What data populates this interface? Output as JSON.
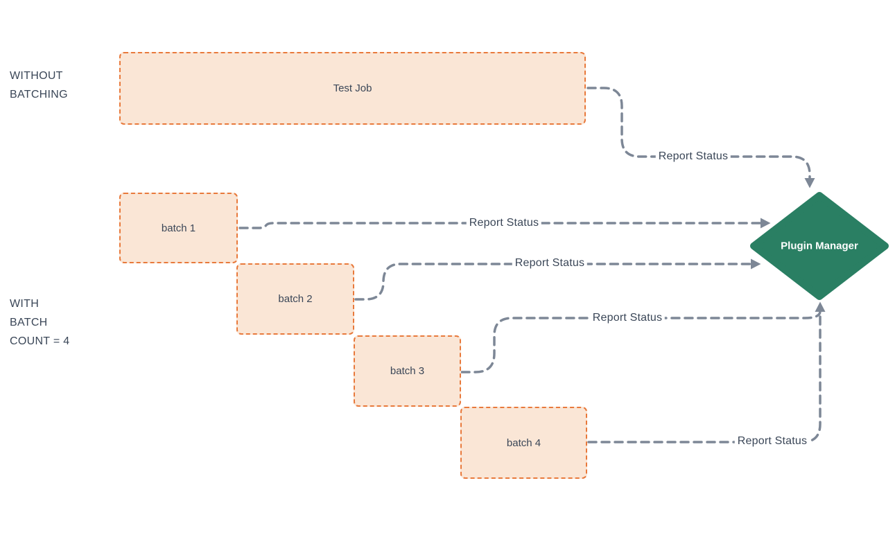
{
  "diagram": {
    "sections": {
      "without_batching": {
        "lines": [
          "WITHOUT",
          "BATCHING"
        ]
      },
      "with_batching": {
        "lines": [
          "WITH",
          "BATCH",
          "COUNT = 4"
        ]
      }
    },
    "nodes": {
      "test_job": {
        "label": "Test Job",
        "shape": "rectangle-dashed"
      },
      "batch_1": {
        "label": "batch 1",
        "shape": "rectangle-dashed"
      },
      "batch_2": {
        "label": "batch 2",
        "shape": "rectangle-dashed"
      },
      "batch_3": {
        "label": "batch 3",
        "shape": "rectangle-dashed"
      },
      "batch_4": {
        "label": "batch 4",
        "shape": "rectangle-dashed"
      },
      "plugin_manager": {
        "label": "Plugin Manager",
        "shape": "diamond"
      }
    },
    "edges": [
      {
        "from": "test_job",
        "to": "plugin_manager",
        "label": "Report Status"
      },
      {
        "from": "batch_1",
        "to": "plugin_manager",
        "label": "Report Status"
      },
      {
        "from": "batch_2",
        "to": "plugin_manager",
        "label": "Report Status"
      },
      {
        "from": "batch_3",
        "to": "plugin_manager",
        "label": "Report Status"
      },
      {
        "from": "batch_4",
        "to": "plugin_manager",
        "label": "Report Status"
      }
    ],
    "colors": {
      "node_fill": "#FAE6D6",
      "node_border": "#E8793B",
      "arrow": "#7D8796",
      "diamond_fill": "#2A7F63",
      "diamond_text": "#FFFFFF",
      "text": "#3A4657"
    }
  }
}
